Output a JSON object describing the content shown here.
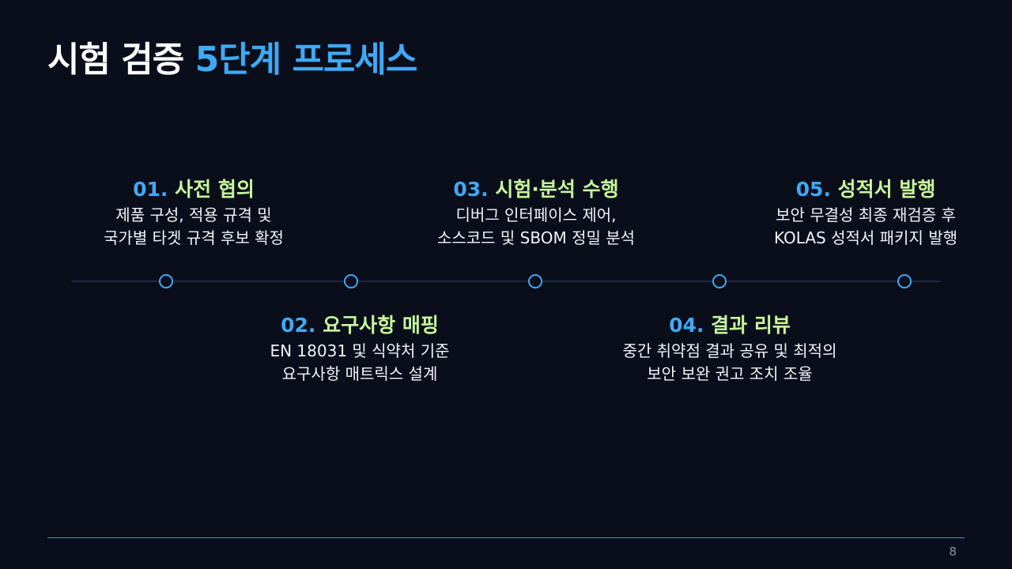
{
  "slide": {
    "title_main": "시험 검증 ",
    "title_accent": "5단계 프로세스",
    "page_number": "8"
  },
  "steps": [
    {
      "num": "01.",
      "title": "사전 협의",
      "desc_line1": "제품 구성, 적용 규격 및",
      "desc_line2": "국가별 타겟 규격 후보 확정"
    },
    {
      "num": "02.",
      "title": "요구사항 매핑",
      "desc_line1": "EN 18031 및 식약처 기준",
      "desc_line2": "요구사항 매트릭스 설계"
    },
    {
      "num": "03.",
      "title": "시험·분석 수행",
      "desc_line1": "디버그 인터페이스 제어,",
      "desc_line2": "소스코드 및 SBOM 정밀 분석"
    },
    {
      "num": "04.",
      "title": "결과 리뷰",
      "desc_line1": "중간 취약점 결과 공유 및 최적의",
      "desc_line2": "보안 보완 권고 조치 조율"
    },
    {
      "num": "05.",
      "title": "성적서 발행",
      "desc_line1": "보안 무결성 최종 재검증 후",
      "desc_line2": "KOLAS 성적서 패키지 발행"
    }
  ],
  "colors": {
    "background": "#0a0e1b",
    "accent_blue": "#3fa9f5",
    "accent_green": "#c6f59a",
    "text": "#f2f3f7"
  }
}
